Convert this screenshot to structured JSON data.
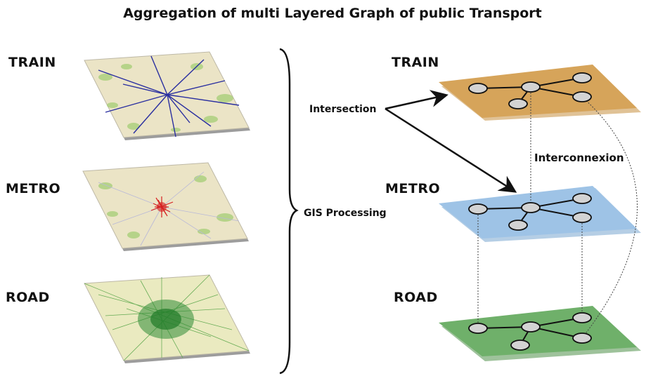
{
  "title": "Aggregation of multi Layered Graph of public Transport",
  "left_layers": {
    "train": "TRAIN",
    "metro": "METRO",
    "road": "ROAD"
  },
  "right_layers": {
    "train": "TRAIN",
    "metro": "METRO",
    "road": "ROAD"
  },
  "annotations": {
    "intersection": "Intersection",
    "interconnexion": "Interconnexion",
    "gis_processing": "GIS Processing"
  },
  "colors": {
    "train_layer": "#d6a45a",
    "metro_layer": "#9ec3e6",
    "road_layer": "#6fb06a",
    "map_base": "#ebe4c6",
    "train_lines": "#2a2fa0",
    "metro_lines": "#d62020",
    "road_lines": "#1f8a2a"
  }
}
